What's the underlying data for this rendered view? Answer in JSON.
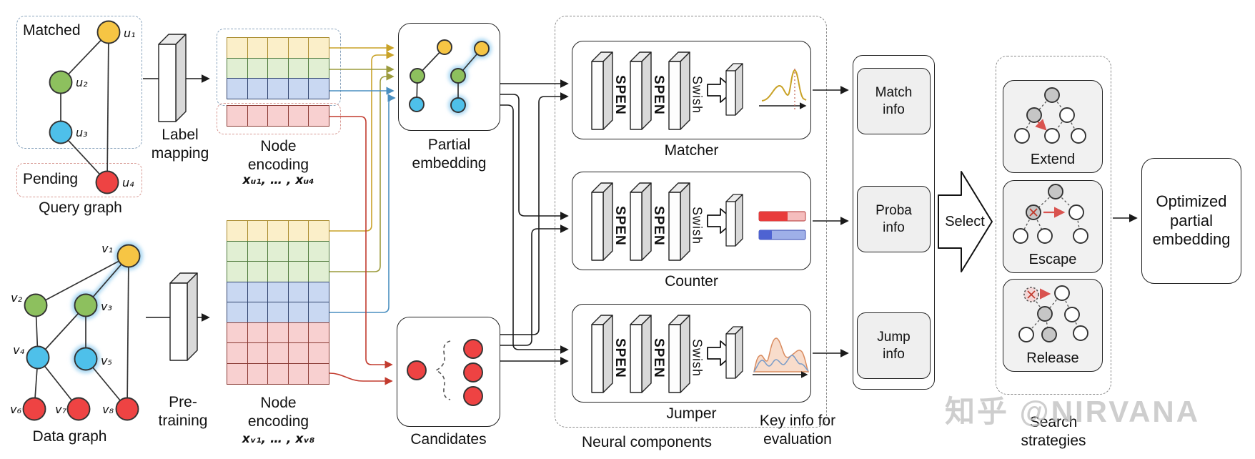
{
  "watermark": "知乎 @NIRVANA",
  "query_graph": {
    "title": "Query graph",
    "matched": "Matched",
    "pending": "Pending",
    "nodes": [
      {
        "label": "u₁",
        "color": "#F6C544"
      },
      {
        "label": "u₂",
        "color": "#8DC05E"
      },
      {
        "label": "u₃",
        "color": "#4EC0EA"
      },
      {
        "label": "u₄",
        "color": "#EE4343"
      }
    ]
  },
  "data_graph": {
    "title": "Data graph",
    "nodes": [
      {
        "label": "v₁",
        "color": "#F6C544"
      },
      {
        "label": "v₂",
        "color": "#8DC05E"
      },
      {
        "label": "v₃",
        "color": "#8DC05E"
      },
      {
        "label": "v₄",
        "color": "#4EC0EA"
      },
      {
        "label": "v₅",
        "color": "#4EC0EA"
      },
      {
        "label": "v₆",
        "color": "#EE4343"
      },
      {
        "label": "v₇",
        "color": "#EE4343"
      },
      {
        "label": "v₈",
        "color": "#EE4343"
      }
    ]
  },
  "label_mapping": "Label mapping",
  "pre_training": "Pre-training",
  "encoding_top": {
    "label": "Node encoding",
    "formula": "xᵤ₁, … , xᵤ₄",
    "row_colors": [
      "yellow",
      "green",
      "blue",
      "red"
    ],
    "cols": 5
  },
  "encoding_bottom": {
    "label": "Node encoding",
    "formula": "xᵥ₁, … , xᵥ₈",
    "row_colors": [
      "yellow",
      "green",
      "green",
      "blue",
      "blue",
      "red",
      "red",
      "red"
    ],
    "cols": 5
  },
  "partial_embedding": {
    "label": "Partial embedding"
  },
  "candidates": {
    "label": "Candidates"
  },
  "neural": {
    "label": "Neural components",
    "components": [
      {
        "name": "Matcher",
        "layers": [
          "SPEN",
          "SPEN",
          "Swish"
        ],
        "output": "match-distribution-curve"
      },
      {
        "name": "Counter",
        "layers": [
          "SPEN",
          "SPEN",
          "Swish"
        ],
        "output": "count-probability-bars"
      },
      {
        "name": "Jumper",
        "layers": [
          "SPEN",
          "SPEN",
          "Swish"
        ],
        "output": "jump-score-waves"
      }
    ]
  },
  "key_info": {
    "label": "Key info for evaluation",
    "items": [
      "Match info",
      "Proba info",
      "Jump info"
    ]
  },
  "select_label": "Select",
  "strategies": {
    "label": "Search strategies",
    "items": [
      "Extend",
      "Escape",
      "Release"
    ]
  },
  "output_box": {
    "label": "Optimized partial embedding"
  },
  "colors": {
    "cells": {
      "yellow": {
        "fill": "#FBEFC9",
        "border": "#A98B2D"
      },
      "green": {
        "fill": "#E1EFD3",
        "border": "#4F7A3C"
      },
      "blue": {
        "fill": "#C9D8F2",
        "border": "#32456F"
      },
      "red": {
        "fill": "#F8D0D0",
        "border": "#8A3A34"
      }
    },
    "wires": {
      "yellow": "#C9A227",
      "olive": "#9C9B3C",
      "blue": "#4A8FC0",
      "red": "#C23B2E"
    },
    "highlight_glow": "#A9D7F2"
  }
}
